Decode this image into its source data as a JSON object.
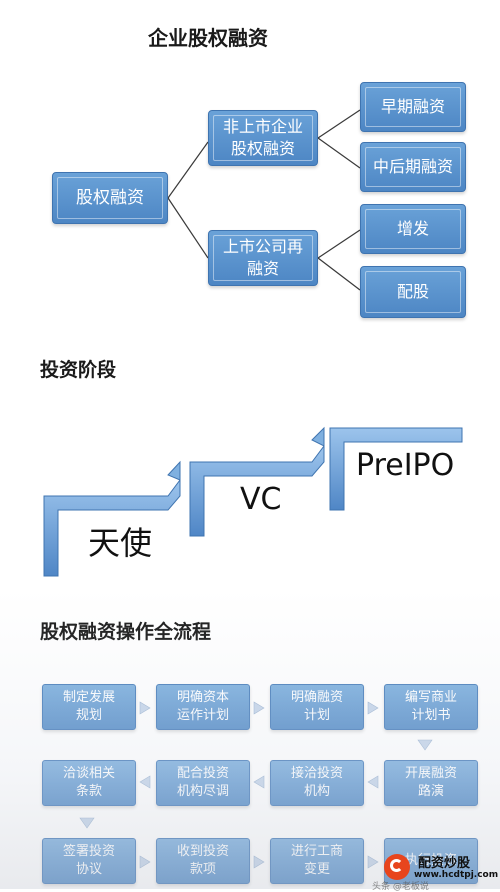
{
  "diagram1": {
    "title": "企业股权融资",
    "root": "股权融资",
    "mid_top": "非上市企业\n股权融资",
    "mid_bottom": "上市公司再\n融资",
    "leaf1": "早期融资",
    "leaf2": "中后期融资",
    "leaf3": "增发",
    "leaf4": "配股"
  },
  "diagram2": {
    "title": "投资阶段",
    "stage1": "天使",
    "stage2": "VC",
    "stage3": "PreIPO"
  },
  "diagram3": {
    "title": "股权融资操作全流程",
    "row1": [
      "制定发展\n规划",
      "明确资本\n运作计划",
      "明确融资\n计划",
      "编写商业\n计划书"
    ],
    "row2": [
      "洽谈相关\n条款",
      "配合投资\n机构尽调",
      "接洽投资\n机构",
      "开展融资\n路演"
    ],
    "row3": [
      "签署投资\n协议",
      "收到投资\n款项",
      "进行工商\n变更",
      "执行投资"
    ]
  },
  "watermark": {
    "name": "配资炒股",
    "url": "www.hcdtpj.com",
    "partial": "头条 @老板说"
  }
}
